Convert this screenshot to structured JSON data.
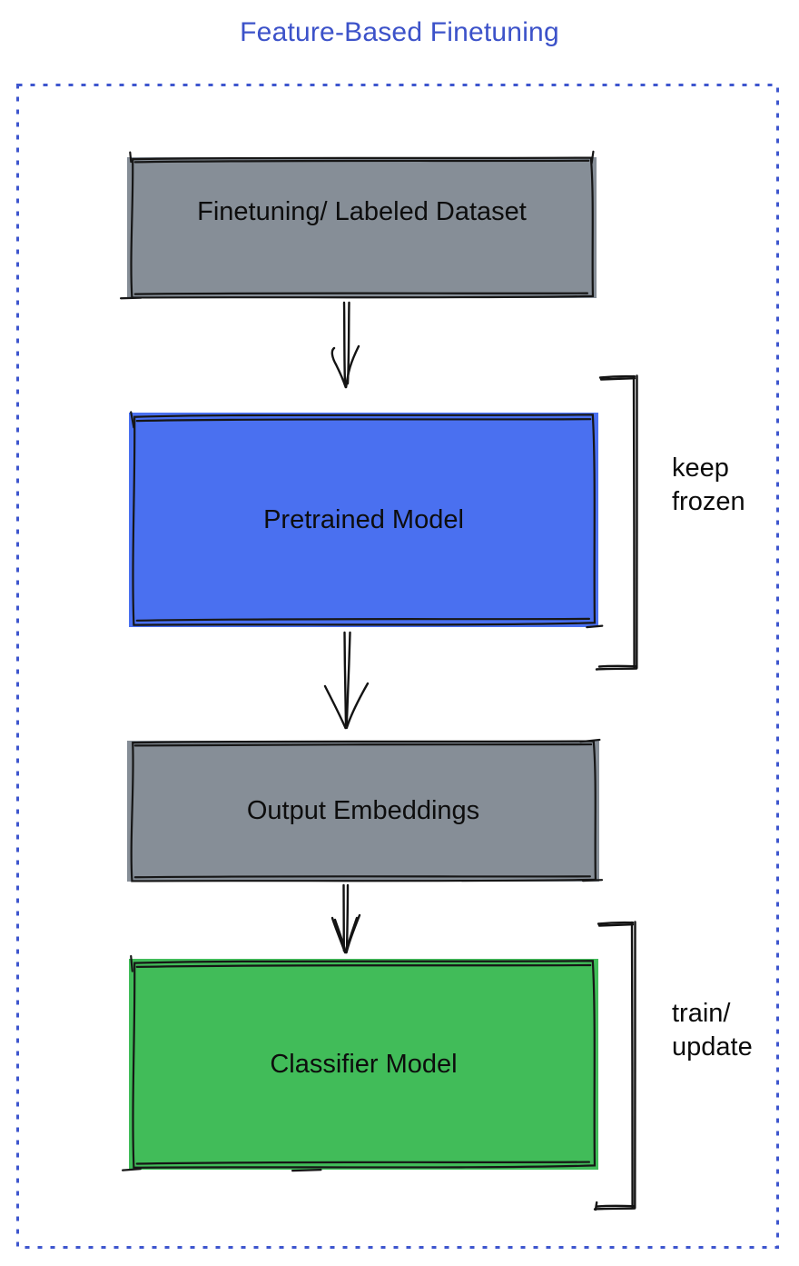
{
  "title": {
    "text": "Feature-Based Finetuning",
    "color": "#3C52C9"
  },
  "canvas": {
    "border_color": "#3E56CE",
    "background": "#ffffff",
    "sketch_stroke": "#161616"
  },
  "nodes": {
    "dataset": {
      "label": "Finetuning/ Labeled Dataset",
      "fill": "#868E97"
    },
    "pretrained": {
      "label": "Pretrained Model",
      "fill": "#4A70F0"
    },
    "embeddings": {
      "label": "Output Embeddings",
      "fill": "#868E97"
    },
    "classifier": {
      "label": "Classifier Model",
      "fill": "#41BC59"
    }
  },
  "annotations": {
    "keep_frozen": {
      "line1": "keep",
      "line2": "frozen"
    },
    "train_update": {
      "line1": "train/",
      "line2": "update"
    }
  }
}
